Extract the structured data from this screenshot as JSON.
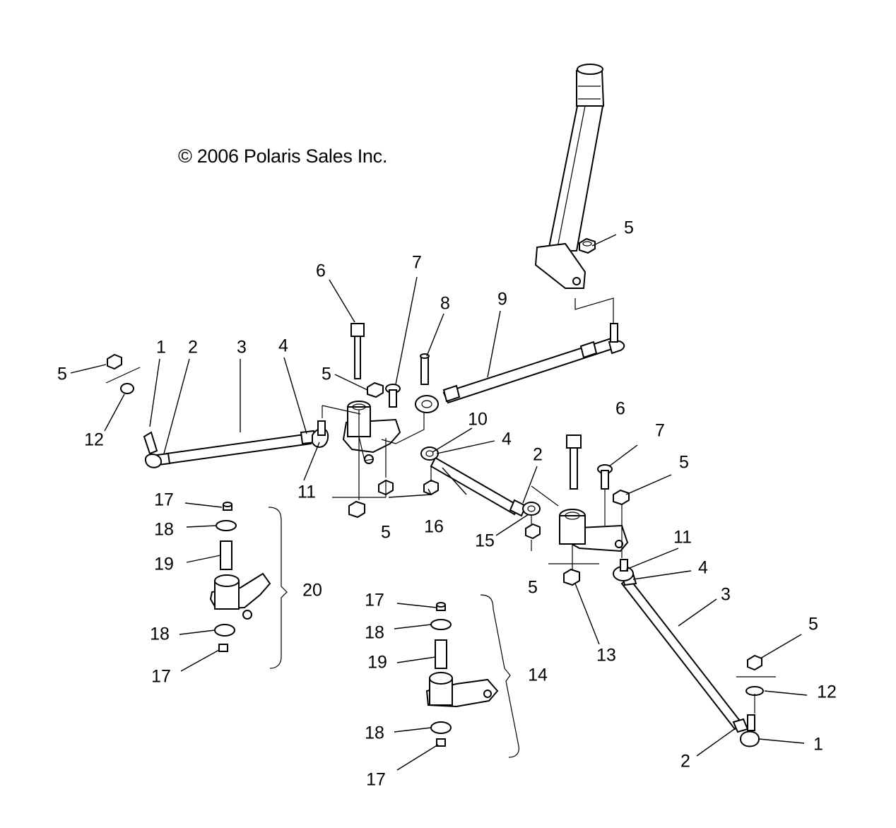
{
  "copyright": "© 2006 Polaris Sales Inc.",
  "callouts": [
    {
      "id": "c1a",
      "text": "1"
    },
    {
      "id": "c2a",
      "text": "2"
    },
    {
      "id": "c3a",
      "text": "3"
    },
    {
      "id": "c4a",
      "text": "4"
    },
    {
      "id": "c5a",
      "text": "5"
    },
    {
      "id": "c12a",
      "text": "12"
    },
    {
      "id": "c11a",
      "text": "11"
    },
    {
      "id": "c6a",
      "text": "6"
    },
    {
      "id": "c7a",
      "text": "7"
    },
    {
      "id": "c8a",
      "text": "8"
    },
    {
      "id": "c9",
      "text": "9"
    },
    {
      "id": "c5b",
      "text": "5"
    },
    {
      "id": "c5c",
      "text": "5"
    },
    {
      "id": "c10",
      "text": "10"
    },
    {
      "id": "c4b",
      "text": "4"
    },
    {
      "id": "c5d",
      "text": "5"
    },
    {
      "id": "c16",
      "text": "16"
    },
    {
      "id": "c2b",
      "text": "2"
    },
    {
      "id": "c15",
      "text": "15"
    },
    {
      "id": "c5e",
      "text": "5"
    },
    {
      "id": "c6b",
      "text": "6"
    },
    {
      "id": "c7b",
      "text": "7"
    },
    {
      "id": "c5f",
      "text": "5"
    },
    {
      "id": "c11b",
      "text": "11"
    },
    {
      "id": "c4c",
      "text": "4"
    },
    {
      "id": "c3b",
      "text": "3"
    },
    {
      "id": "c13",
      "text": "13"
    },
    {
      "id": "c5g",
      "text": "5"
    },
    {
      "id": "c12b",
      "text": "12"
    },
    {
      "id": "c1b",
      "text": "1"
    },
    {
      "id": "c2c",
      "text": "2"
    },
    {
      "id": "c17a",
      "text": "17"
    },
    {
      "id": "c18a",
      "text": "18"
    },
    {
      "id": "c19a",
      "text": "19"
    },
    {
      "id": "c20",
      "text": "20"
    },
    {
      "id": "c18b",
      "text": "18"
    },
    {
      "id": "c17b",
      "text": "17"
    },
    {
      "id": "c17c",
      "text": "17"
    },
    {
      "id": "c18c",
      "text": "18"
    },
    {
      "id": "c19b",
      "text": "19"
    },
    {
      "id": "c14",
      "text": "14"
    },
    {
      "id": "c18d",
      "text": "18"
    },
    {
      "id": "c17d",
      "text": "17"
    }
  ]
}
